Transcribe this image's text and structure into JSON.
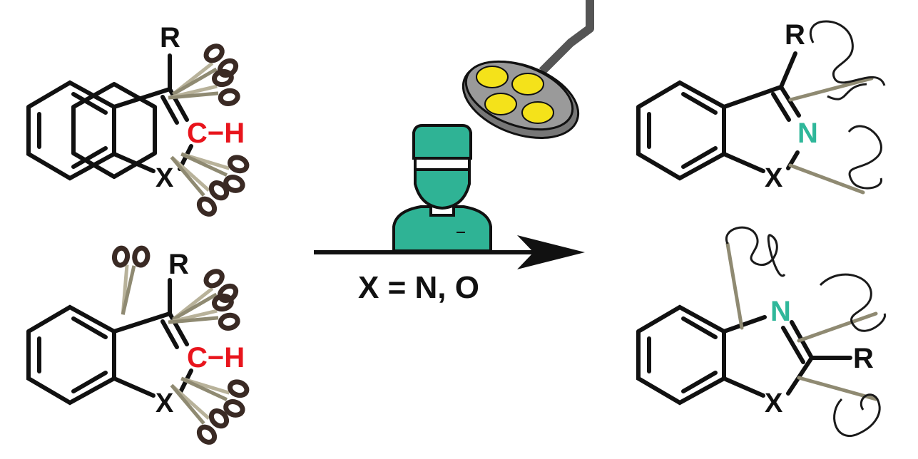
{
  "colors": {
    "bond": "#111111",
    "red_highlight": "#e8141c",
    "teal_nitrogen": "#2fb79a",
    "surgeon_green": "#2fb395",
    "lamp_yellow": "#f4e21a",
    "lamp_gray": "#8c8c8c",
    "scissor_handle": "#3a2a24",
    "scissor_blade": "#b8b29a",
    "suture": "#1a1a1a"
  },
  "icons": {
    "surgeon": "surgeon-icon",
    "lamp": "surgical-lamp-icon",
    "scissors": "scissors-icon",
    "needle": "suture-needle-icon"
  },
  "reactants": [
    {
      "substituent": "R",
      "heteroatom": "X",
      "ch_label": "C−H"
    },
    {
      "substituent": "R",
      "heteroatom": "X",
      "ch_label": "C−H"
    }
  ],
  "products": [
    {
      "substituent": "R",
      "heteroatom": "X",
      "nitrogen": "N"
    },
    {
      "substituent": "R",
      "heteroatom": "X",
      "nitrogen": "N"
    }
  ],
  "reaction": {
    "condition": "X = N, O"
  }
}
